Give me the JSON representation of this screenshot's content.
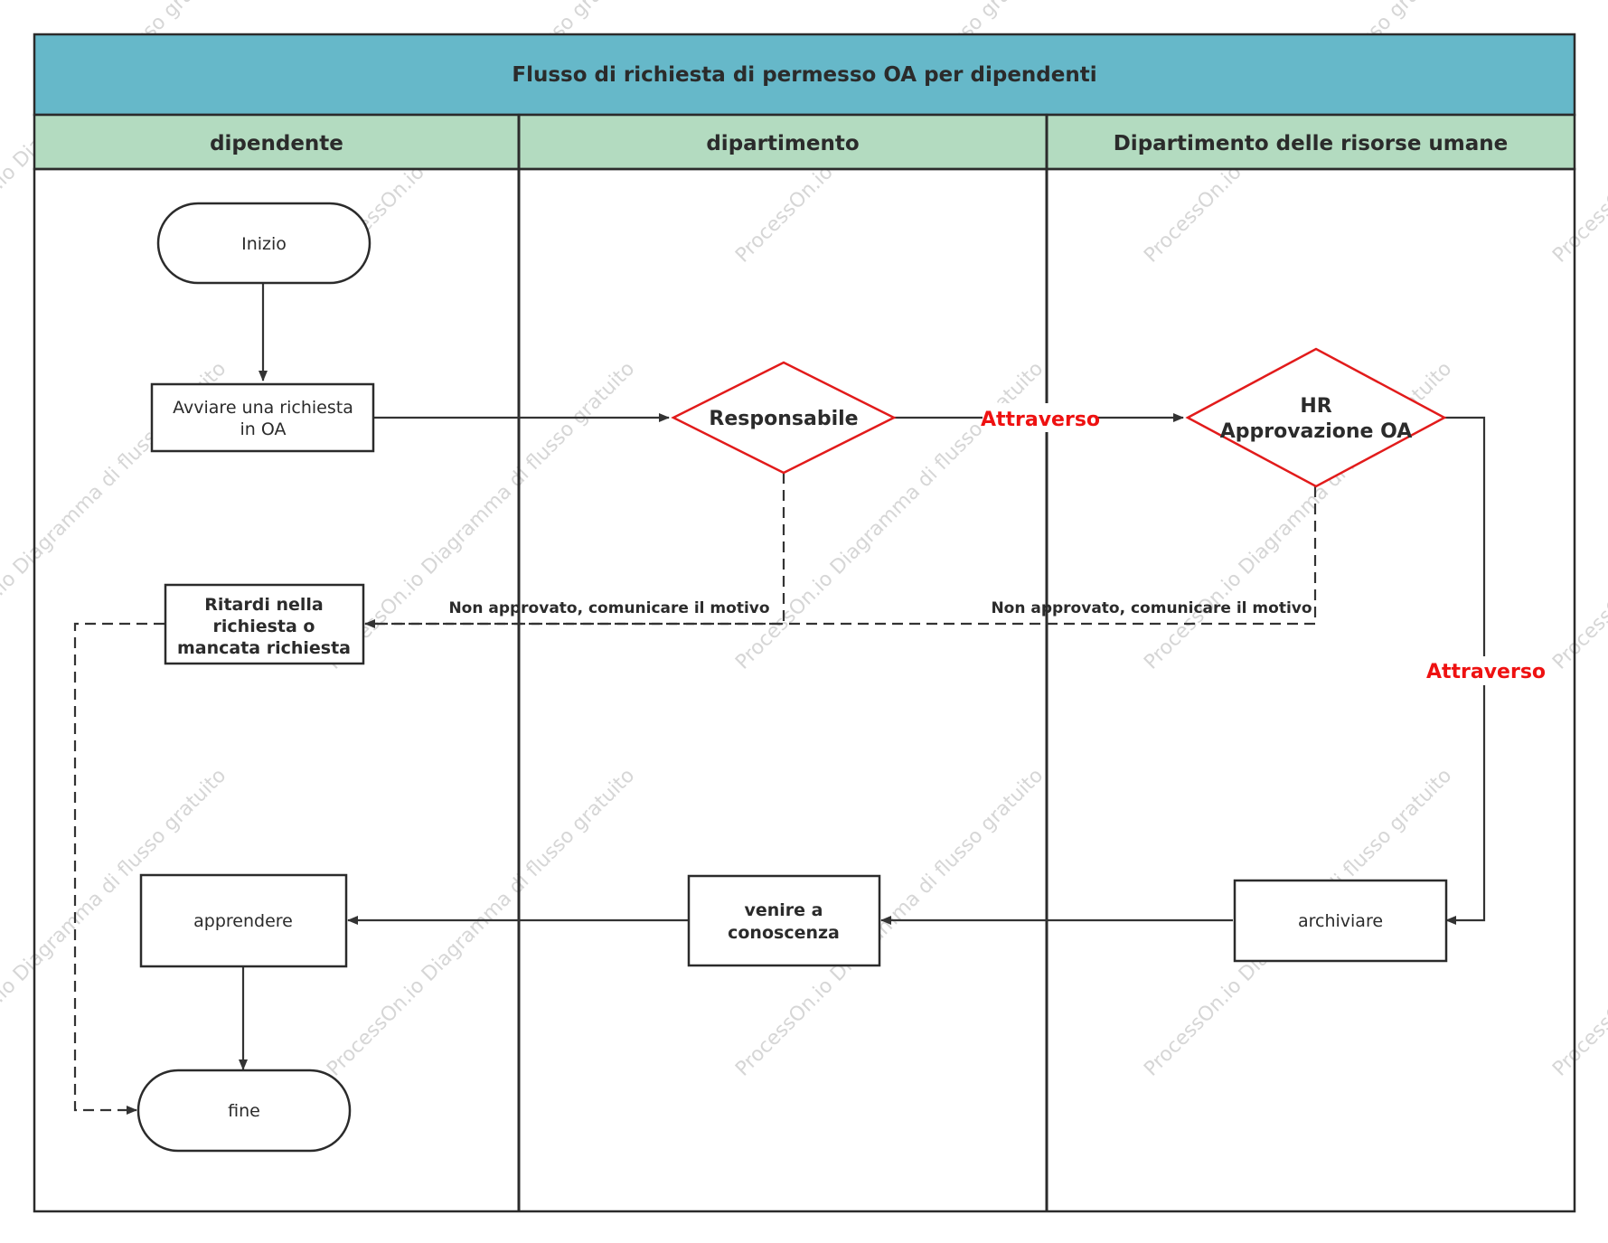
{
  "title": "Flusso di richiesta di permesso OA per dipendenti",
  "lanes": [
    "dipendente",
    "dipartimento",
    "Dipartimento delle risorse umane"
  ],
  "nodes": {
    "start": "Inizio",
    "request": [
      "Avviare una richiesta",
      "in OA"
    ],
    "manager": "Responsabile",
    "hr": [
      "HR",
      "Approvazione OA"
    ],
    "delay": [
      "Ritardi nella",
      "richiesta o",
      "mancata richiesta"
    ],
    "archive": "archiviare",
    "aware": [
      "venire a",
      "conoscenza"
    ],
    "learn": "apprendere",
    "end": "fine"
  },
  "edge_labels": {
    "pass_1": "Attraverso",
    "pass_2": "Attraverso",
    "reject_manager": "Non approvato, comunicare il motivo",
    "reject_hr": "Non approvato, comunicare il motivo"
  },
  "watermark": "ProcessOn.io Diagramma di flusso gratuito",
  "colors": {
    "title_bar": "#66b8c9",
    "lane_header": "#b3dbc0",
    "decision_stroke": "#e21b1b",
    "pass_label": "#ee1111",
    "line": "#333333"
  }
}
